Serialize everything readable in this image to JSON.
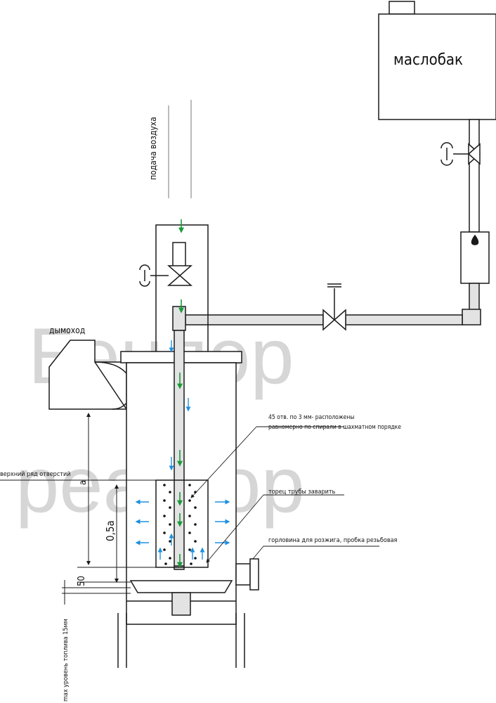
{
  "diagram": {
    "watermark": {
      "line1": "Бэндэр",
      "line2": "реактор"
    },
    "labels": {
      "oil_tank": "маслобак",
      "air_supply": "подача воздуха",
      "chimney": "дымоход",
      "holes_note_line1": "45 отв. по 3 мм- расположены",
      "holes_note_line2": "равномерно по спирали в шахматном порядке",
      "top_hole_row": "верхний ряд отверстий",
      "pipe_end_welded": "торец трубы заварить",
      "ignition_neck": "горловина для розжига, пробка резьбовая",
      "max_fuel_level": "max уровень топлива 15мм"
    },
    "dimensions": {
      "a": "a",
      "half_a": "0,5a",
      "gap": "50"
    },
    "colors": {
      "line": "#1a1a1a",
      "pipe_fill": "#e3e3e3",
      "air_arrow": "#1a9a3a",
      "flow_arrow": "#1e90e0",
      "watermark": "#d6d6d6"
    }
  }
}
